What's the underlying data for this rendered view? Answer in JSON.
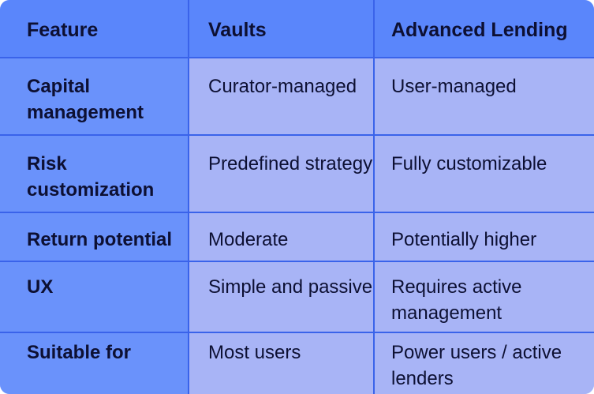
{
  "table": {
    "headers": [
      "Feature",
      "Vaults",
      "Advanced Lending"
    ],
    "rows": [
      [
        "Capital management",
        "Curator-managed",
        "User-managed"
      ],
      [
        "Risk customization",
        "Predefined strategy",
        "Fully customizable"
      ],
      [
        "Return potential",
        "Moderate",
        "Potentially higher"
      ],
      [
        "UX",
        "Simple and passive",
        "Requires active management"
      ],
      [
        "Suitable for",
        "Most users",
        "Power users / active lenders"
      ]
    ]
  },
  "colors": {
    "header_bg": "#5a86fb",
    "feature_col_bg": "#6a92fb",
    "cell_bg": "#a8b4f6",
    "grid_line": "#3a63ea",
    "text": "#0d1033"
  }
}
